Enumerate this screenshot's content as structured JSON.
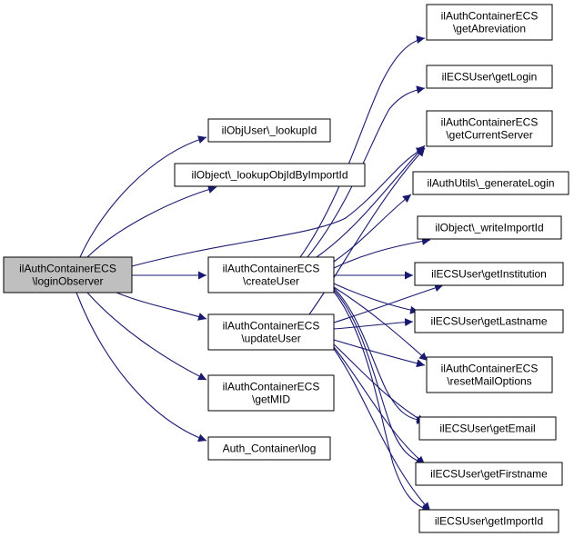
{
  "diagram": {
    "edge_color": "#191970",
    "root_fill": "#bfbfbf",
    "nodes": {
      "root": [
        "ilAuthContainerECS",
        "\\loginObserver"
      ],
      "lookupId": [
        "ilObjUser\\_lookupId"
      ],
      "lookupObjIdByImportId": [
        "ilObject\\_lookupObjIdByImportId"
      ],
      "createUser": [
        "ilAuthContainerECS",
        "\\createUser"
      ],
      "updateUser": [
        "ilAuthContainerECS",
        "\\updateUser"
      ],
      "getMID": [
        "ilAuthContainerECS",
        "\\getMID"
      ],
      "log": [
        "Auth_Container\\log"
      ],
      "getAbreviation": [
        "ilAuthContainerECS",
        "\\getAbreviation"
      ],
      "getLogin": [
        "ilECSUser\\getLogin"
      ],
      "getCurrentServer": [
        "ilAuthContainerECS",
        "\\getCurrentServer"
      ],
      "generateLogin": [
        "ilAuthUtils\\_generateLogin"
      ],
      "writeImportId": [
        "ilObject\\_writeImportId"
      ],
      "getInstitution": [
        "ilECSUser\\getInstitution"
      ],
      "getLastname": [
        "ilECSUser\\getLastname"
      ],
      "resetMailOptions": [
        "ilAuthContainerECS",
        "\\resetMailOptions"
      ],
      "getEmail": [
        "ilECSUser\\getEmail"
      ],
      "getFirstname": [
        "ilECSUser\\getFirstname"
      ],
      "getImportId": [
        "ilECSUser\\getImportId"
      ]
    },
    "edges": [
      [
        "root",
        "lookupId"
      ],
      [
        "root",
        "lookupObjIdByImportId"
      ],
      [
        "root",
        "createUser"
      ],
      [
        "root",
        "updateUser"
      ],
      [
        "root",
        "getMID"
      ],
      [
        "root",
        "log"
      ],
      [
        "root",
        "getCurrentServer"
      ],
      [
        "createUser",
        "getAbreviation"
      ],
      [
        "createUser",
        "getLogin"
      ],
      [
        "createUser",
        "getCurrentServer"
      ],
      [
        "createUser",
        "generateLogin"
      ],
      [
        "createUser",
        "writeImportId"
      ],
      [
        "createUser",
        "getInstitution"
      ],
      [
        "createUser",
        "getLastname"
      ],
      [
        "createUser",
        "resetMailOptions"
      ],
      [
        "createUser",
        "getEmail"
      ],
      [
        "createUser",
        "getFirstname"
      ],
      [
        "createUser",
        "getImportId"
      ],
      [
        "updateUser",
        "getCurrentServer"
      ],
      [
        "updateUser",
        "getInstitution"
      ],
      [
        "updateUser",
        "getLastname"
      ],
      [
        "updateUser",
        "resetMailOptions"
      ],
      [
        "updateUser",
        "getEmail"
      ],
      [
        "updateUser",
        "getFirstname"
      ],
      [
        "updateUser",
        "getImportId"
      ]
    ]
  }
}
